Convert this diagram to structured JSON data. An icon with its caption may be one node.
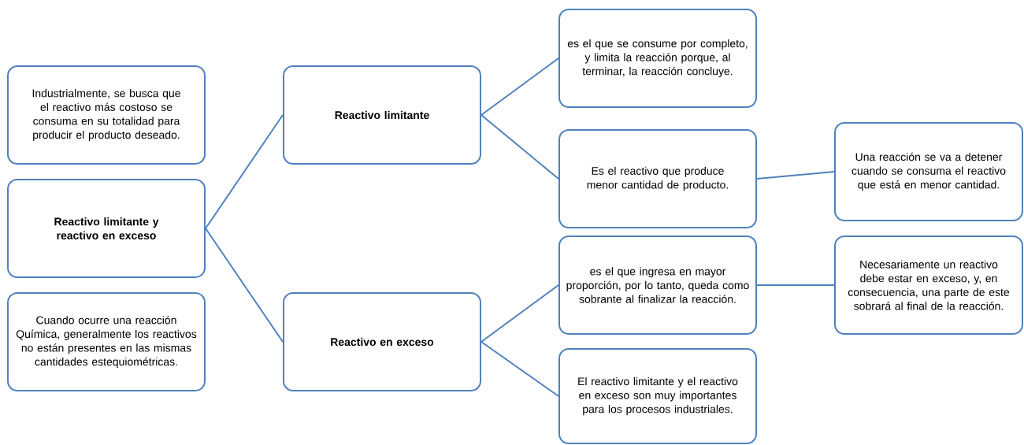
{
  "diagram": {
    "nodes": [
      {
        "text": [
          "Industrialmente, se busca que el reactivo más costoso se consuma en su totalidad para producir el producto deseado."
        ]
      },
      {
        "text": [
          "Reactivo limitante y reactivo en exceso"
        ]
      },
      {
        "text": [
          "Cuando ocurre una reacción Química, generalmente los reactivos no están presentes en las mismas cantidades estequiométricas."
        ]
      },
      {
        "text": [
          "Reactivo limitante"
        ]
      },
      {
        "text": [
          "Reactivo en exceso"
        ]
      },
      {
        "text": [
          "es el que se consume por completo, y limita la reacción porque, al terminar, la reacción concluye."
        ]
      },
      {
        "text": [
          "Es el reactivo que produce menor cantidad de producto."
        ]
      },
      {
        "text": [
          "Una reacción se va a detener cuando se consuma el reactivo que está en menor cantidad."
        ]
      },
      {
        "text": [
          "es el que ingresa en mayor proporción, por lo tanto, queda como sobrante al finalizar la reacción."
        ]
      },
      {
        "text": [
          "Necesariamente un reactivo debe estar en exceso, y, en consecuencia, una parte de este sobrará al final de la reacción."
        ]
      },
      {
        "text": [
          "El reactivo limitante y el reactivo en exceso son muy importantes para los procesos industriales."
        ]
      }
    ],
    "edges": [
      {
        "from": 1,
        "to": 3,
        "arrow": "none"
      },
      {
        "from": 1,
        "to": 4,
        "arrow": "none"
      },
      {
        "from": 3,
        "to": 5,
        "arrow": "none"
      },
      {
        "from": 3,
        "to": 6,
        "arrow": "none"
      },
      {
        "from": 6,
        "to": 7,
        "arrow": "none"
      },
      {
        "from": 4,
        "to": 8,
        "arrow": "none"
      },
      {
        "from": 4,
        "to": 10,
        "arrow": "none"
      },
      {
        "from": 8,
        "to": 9,
        "arrow": "none"
      }
    ]
  }
}
